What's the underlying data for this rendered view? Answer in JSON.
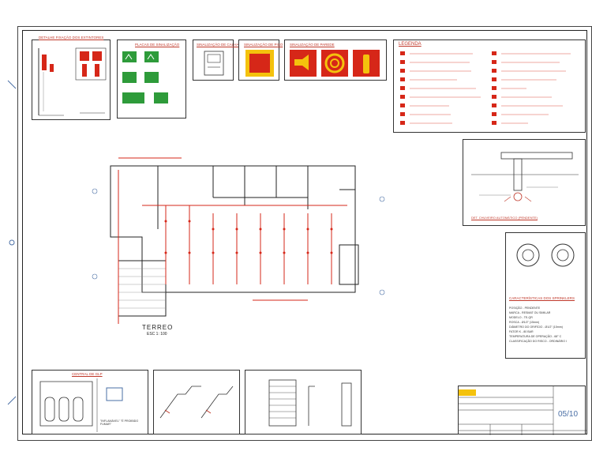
{
  "panels": {
    "panel1_title": "DETALHE FIXAÇÃO DOS EXTINTORES",
    "panel2_title": "PLACAS DE SINALIZAÇÃO",
    "panel3_title": "SINALIZAÇÃO DE CALHA",
    "panel4_title": "SINALIZAÇÃO DE PISO",
    "panel5_title": "SINALIZAÇÃO DE PAREDE",
    "legend_title": "LEGENDA",
    "sprinkler_detail_caption": "DET. CHUVEIRO AUTOMÁTICO (PENDENTE)",
    "sprinkler_char_title": "CARACTERÍSTICAS DOS SPRINKLERS",
    "central_glp_title": "CENTRAL DE GLP",
    "glp_warning": "\"INFLAMÁVEL\" \"É PROIBIDO FUMAR\""
  },
  "plan": {
    "title": "TERREO",
    "scale": "ESC 1: 100"
  },
  "sprinkler_specs": [
    "POSIÇÃO - PENDENTE",
    "MARCA - RESMAT OU SIMILAR",
    "MODELO - TE-QR",
    "ROSCA - Ø1/2\" (15mm)",
    "DIÂMETRO DO ORIFÍCIO - Ø1/2\" (15mm)",
    "FATOR K - 80 BAR",
    "TEMPERATURA DE OPERAÇÃO - 68° C",
    "CLASSIFICAÇÃO DO RISCO - ORDINÁRIO I"
  ],
  "title_block": {
    "sheet_number": "05/10"
  },
  "colors": {
    "accent": "#c0392b",
    "sign_green": "#2e9b3a",
    "sign_red": "#d62718",
    "sign_yellow": "#f4c20d",
    "blue_dim": "#4a6fa5"
  }
}
